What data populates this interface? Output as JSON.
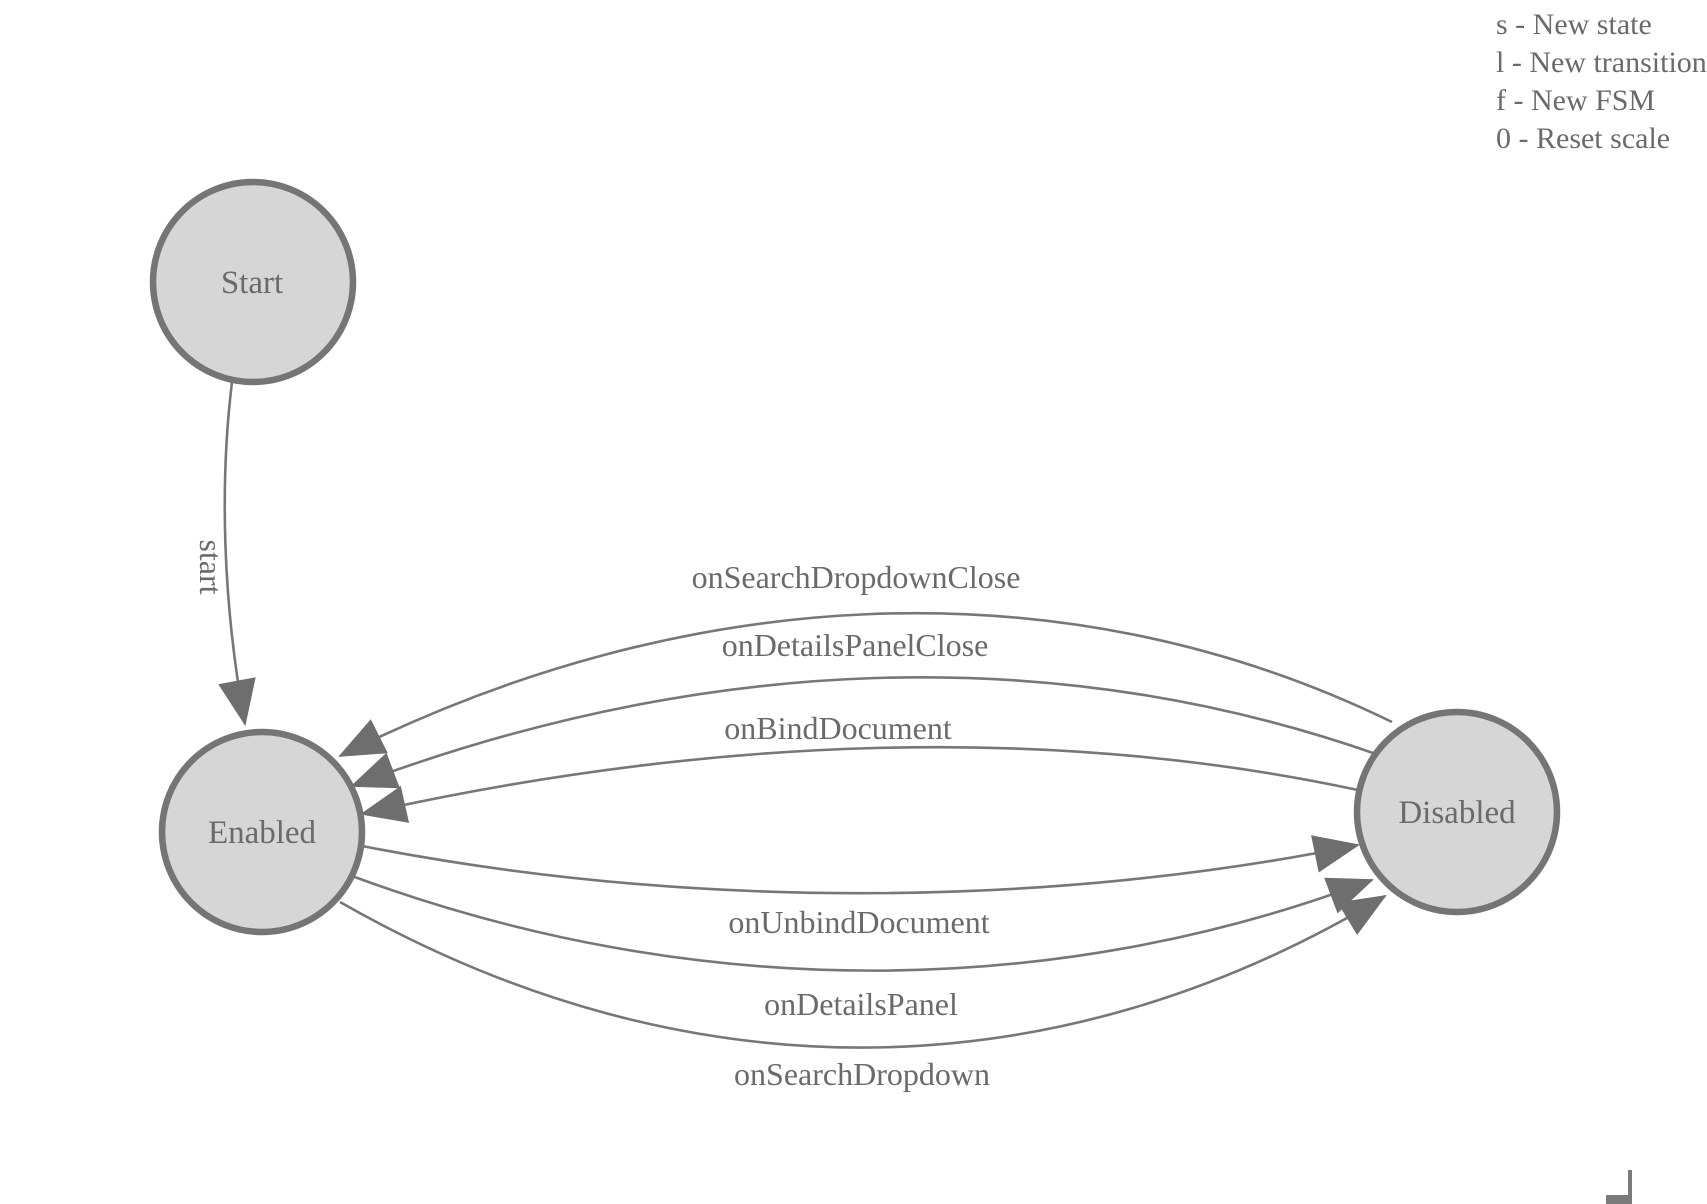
{
  "legend": {
    "lines": [
      "s - New state",
      "l - New transition",
      "f - New FSM",
      "0 - Reset scale"
    ]
  },
  "nodes": {
    "start": {
      "label": "Start"
    },
    "enabled": {
      "label": "Enabled"
    },
    "disabled": {
      "label": "Disabled"
    }
  },
  "edges": {
    "start_edge": {
      "label": "start",
      "from": "Start",
      "to": "Enabled"
    },
    "disabled_to_enabled": [
      {
        "label": "onSearchDropdownClose",
        "from": "Disabled",
        "to": "Enabled"
      },
      {
        "label": "onDetailsPanelClose",
        "from": "Disabled",
        "to": "Enabled"
      },
      {
        "label": "onBindDocument",
        "from": "Disabled",
        "to": "Enabled"
      }
    ],
    "enabled_to_disabled": [
      {
        "label": "onUnbindDocument",
        "from": "Enabled",
        "to": "Disabled"
      },
      {
        "label": "onDetailsPanel",
        "from": "Enabled",
        "to": "Disabled"
      },
      {
        "label": "onSearchDropdown",
        "from": "Enabled",
        "to": "Disabled"
      }
    ]
  },
  "colors": {
    "node_fill": "#d6d6d6",
    "node_stroke": "#757575",
    "edge_stroke": "#777777",
    "arrowhead": "#6e6e6e",
    "text": "#6a6a6a",
    "background": "#ffffff"
  }
}
